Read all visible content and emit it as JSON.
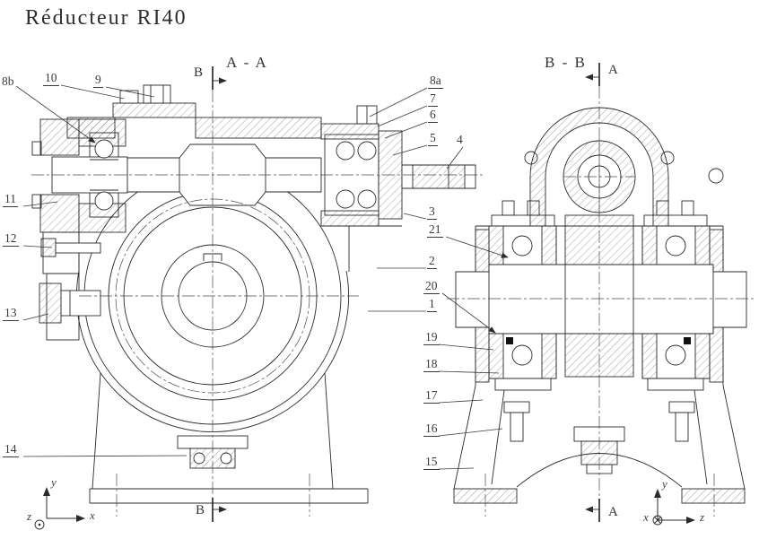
{
  "title": "Réducteur RI40",
  "views": {
    "left_label": "A - A",
    "right_label": "B - B"
  },
  "section_markers": {
    "b_top": "B",
    "b_bottom": "B",
    "a_top": "A",
    "a_bottom": "A"
  },
  "callouts": {
    "c8b": "8b",
    "c10": "10",
    "c9": "9",
    "c11": "11",
    "c12": "12",
    "c13": "13",
    "c14": "14",
    "c8a": "8a",
    "c7": "7",
    "c6": "6",
    "c5": "5",
    "c4": "4",
    "c3": "3",
    "c21": "21",
    "c2": "2",
    "c20": "20",
    "c1": "1",
    "c19": "19",
    "c18": "18",
    "c17": "17",
    "c16": "16",
    "c15": "15"
  },
  "axes_left": {
    "y": "y",
    "x": "x",
    "z": "z"
  },
  "axes_right": {
    "y": "y",
    "x": "x",
    "z": "z"
  },
  "colors": {
    "line": "#2b2b2b",
    "label": "#3a3a3a",
    "background": "#ffffff"
  }
}
